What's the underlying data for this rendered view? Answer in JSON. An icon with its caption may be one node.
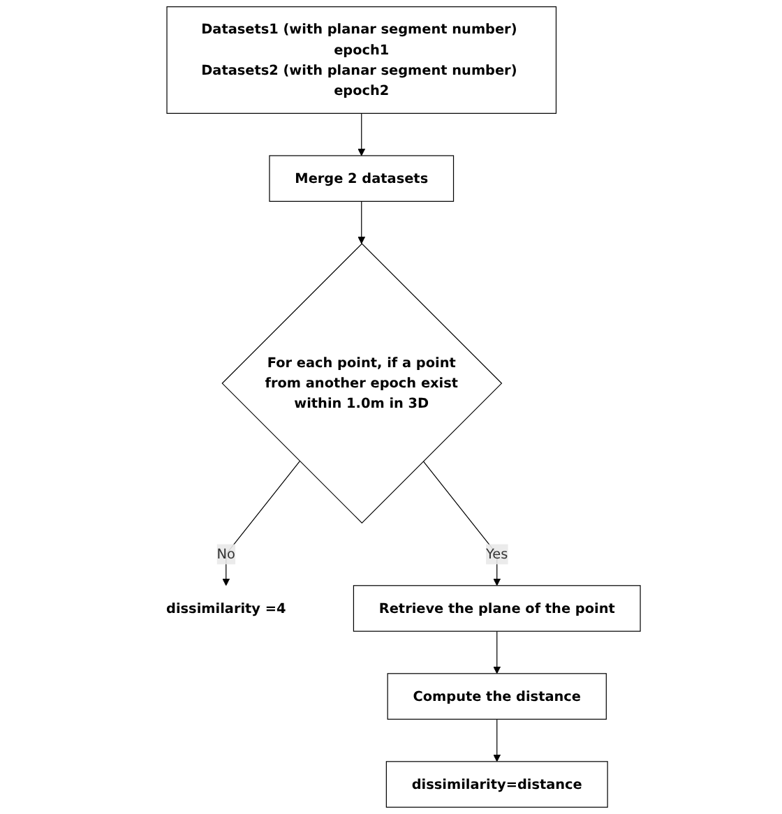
{
  "diagram": {
    "nodes": [
      {
        "text": [
          "Datasets1 (with planar segment number) epoch1",
          "Datasets2 (with planar segment number) epoch2"
        ]
      },
      {
        "text": [
          "Merge 2 datasets"
        ]
      },
      {
        "text": [
          "For each point, if a point from another epoch exist within 1.0m in 3D"
        ]
      },
      {
        "text": [
          "dissimilarity =4"
        ]
      },
      {
        "text": [
          "Retrieve the plane of the point"
        ]
      },
      {
        "text": [
          "Compute the distance"
        ]
      },
      {
        "text": [
          "dissimilarity=distance"
        ]
      }
    ],
    "edges": [
      {
        "from": 0,
        "to": 1,
        "arrow": "to"
      },
      {
        "from": 1,
        "to": 2,
        "arrow": "to"
      },
      {
        "from": 2,
        "to": 3,
        "arrow": "to",
        "label": "No"
      },
      {
        "from": 2,
        "to": 4,
        "arrow": "to",
        "label": "Yes"
      },
      {
        "from": 4,
        "to": 5,
        "arrow": "to"
      },
      {
        "from": 5,
        "to": 6,
        "arrow": "to"
      }
    ]
  }
}
